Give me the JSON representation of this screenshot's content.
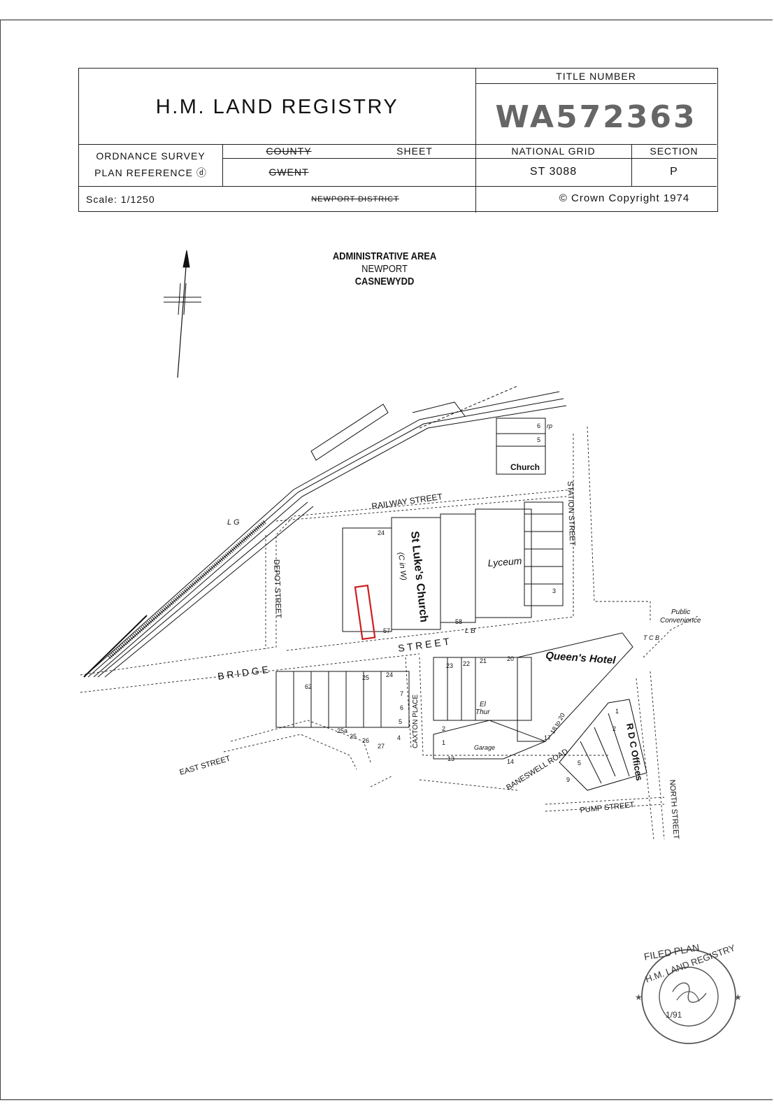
{
  "header": {
    "registry_title": "H.M.  LAND  REGISTRY",
    "title_number_label": "TITLE NUMBER",
    "title_number": "WA572363",
    "os_plan_ref_line1": "ORDNANCE  SURVEY",
    "os_plan_ref_line2": "PLAN  REFERENCE  ⓓ",
    "county_label": "COUNTY",
    "sheet_label": "SHEET",
    "county_value": "GWENT",
    "national_grid_label": "NATIONAL  GRID",
    "national_grid_value": "ST 3088",
    "section_label": "SECTION",
    "section_value": "P",
    "scale": "Scale: 1/1250",
    "district": "NEWPORT   DISTRICT",
    "copyright": "©   Crown Copyright 1974"
  },
  "admin_area": {
    "line1": "ADMINISTRATIVE AREA",
    "line2": "NEWPORT",
    "line3": "CASNEWYDD"
  },
  "map": {
    "streets": {
      "railway": "RAILWAY  STREET",
      "station": "STATION  STREET",
      "depot": "DEPOT  STREET",
      "bridge_left": "B  R  I  D  G  E",
      "bridge_right": "S  T  R  E  E  T",
      "east": "EAST  STREET",
      "caxton": "CAXTON  PLACE",
      "baneswell": "BANESWELL  ROAD",
      "pump": "PUMP  STREET",
      "north": "NORTH  STREET"
    },
    "buildings": {
      "church": "Church",
      "st_lukes": "St Luke's Church",
      "st_lukes_sub": "(C in W)",
      "lyceum": "Lyceum",
      "queens_hotel": "Queen's Hotel",
      "rdc_offices": "R D C Offices",
      "public_convenience_1": "Public",
      "public_convenience_2": "Convenience",
      "el_thur": "El",
      "el_thur2": "Thur",
      "garage": "Garage"
    },
    "annotations": {
      "lg": "L G",
      "lb": "L B",
      "tcb": "T C B",
      "tp": "rp"
    },
    "numbers": [
      "24",
      "57",
      "58",
      "3",
      "5",
      "6",
      "62",
      "25",
      "24",
      "7",
      "6",
      "5",
      "4",
      "25a",
      "25",
      "26",
      "27",
      "23",
      "22",
      "21",
      "20",
      "17",
      "18 to 20",
      "14",
      "13",
      "1",
      "2",
      "9",
      "5",
      "2",
      "1"
    ]
  },
  "stamp": {
    "top": "FILED PLAN",
    "ring": "H.M. LAND REGISTRY",
    "date": "1/91"
  },
  "colors": {
    "ink": "#111111",
    "highlight": "#cc1f1f",
    "stamp": "#555555"
  }
}
